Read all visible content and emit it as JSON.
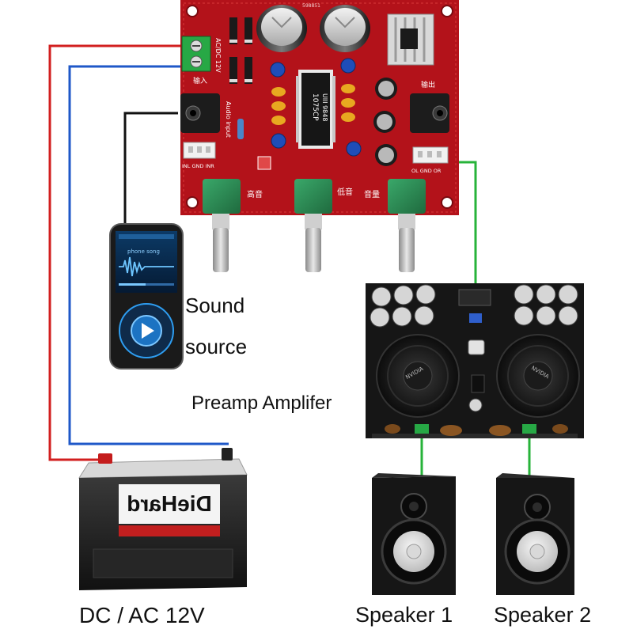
{
  "labels": {
    "sound_line1": "Sound",
    "sound_line2": "source",
    "amplifier": "Preamp Amplifer",
    "power": "DC / AC 12V",
    "speaker1": "Speaker 1",
    "speaker2": "Speaker 2"
  },
  "board_text": {
    "chip": "1075CP",
    "chip2": "Ulll 9848",
    "power_terminal": "AC/DC 12V",
    "input": "输入",
    "output": "输出",
    "audio_input": "Audio input",
    "left_pins": "INL GND INR",
    "right_pins": "OL GND OR",
    "treble": "高音",
    "bass": "低音",
    "volume": "音量",
    "board_id": "598851"
  },
  "device_text": {
    "player_line1": "phone song",
    "battery_brand": "DieHard",
    "amp_logo": "NVIDIA"
  },
  "colors": {
    "red_wire": "#d21f1f",
    "blue_wire": "#1f58c8",
    "black_wire": "#111111",
    "green_wire": "#27b33a",
    "pcb_red": "#b3121a",
    "amp_board": "#161616"
  }
}
